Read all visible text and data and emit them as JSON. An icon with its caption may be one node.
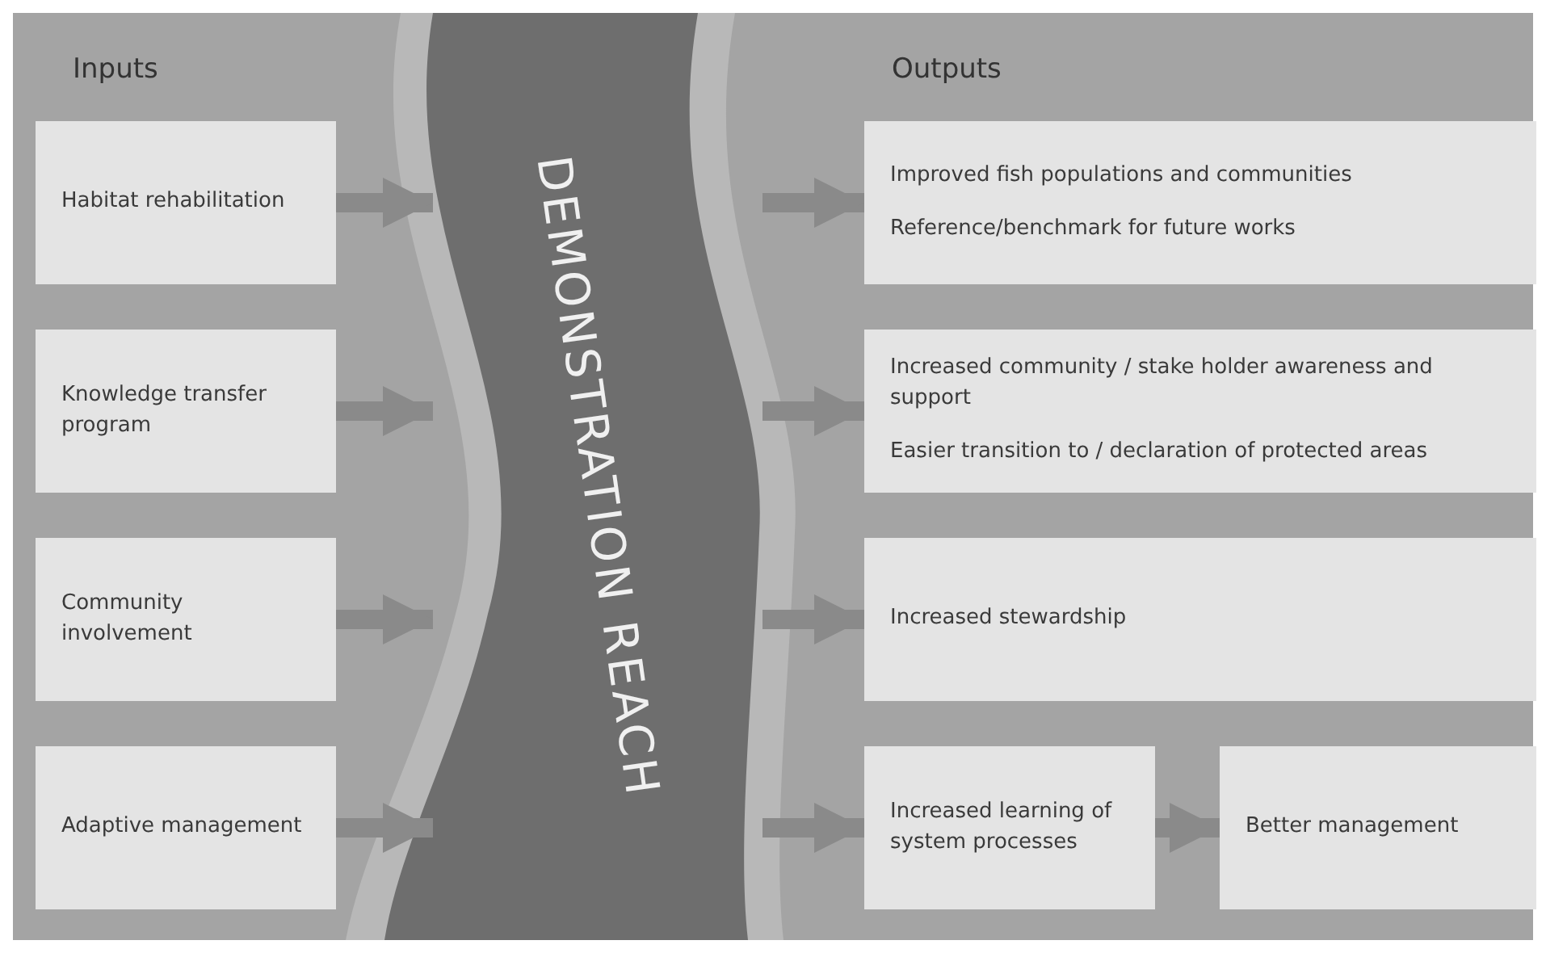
{
  "diagram": {
    "nodes": [
      {
        "text": [
          "Habitat rehabilitation"
        ]
      },
      {
        "text": [
          "Knowledge transfer program"
        ]
      },
      {
        "text": [
          "Community involvement"
        ]
      },
      {
        "text": [
          "Adaptive management"
        ]
      },
      {
        "text": [
          "DEMONSTRATION REACH"
        ]
      },
      {
        "text": [
          "Improved fish populations and communities",
          "Reference/benchmark for future works"
        ]
      },
      {
        "text": [
          "Increased community / stake holder awareness and support",
          "Easier transition to / declaration of protected areas"
        ]
      },
      {
        "text": [
          "Increased stewardship"
        ]
      },
      {
        "text": [
          "Increased learning of system processes"
        ]
      },
      {
        "text": [
          "Better management"
        ]
      }
    ],
    "edges": [
      {
        "from": 0,
        "to": 4,
        "arrow": "to"
      },
      {
        "from": 1,
        "to": 4,
        "arrow": "to"
      },
      {
        "from": 2,
        "to": 4,
        "arrow": "to"
      },
      {
        "from": 3,
        "to": 4,
        "arrow": "to"
      },
      {
        "from": 4,
        "to": 5,
        "arrow": "to"
      },
      {
        "from": 4,
        "to": 6,
        "arrow": "to"
      },
      {
        "from": 4,
        "to": 7,
        "arrow": "to"
      },
      {
        "from": 4,
        "to": 8,
        "arrow": "to"
      },
      {
        "from": 8,
        "to": 9,
        "arrow": "to"
      }
    ],
    "labels": [
      "Inputs",
      "Outputs"
    ]
  }
}
